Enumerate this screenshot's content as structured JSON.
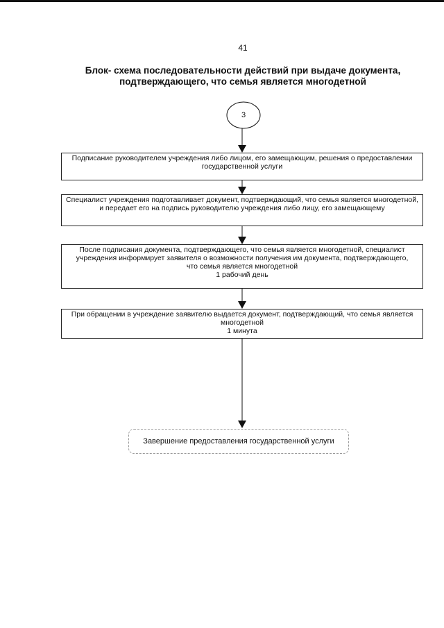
{
  "page": {
    "number": "41"
  },
  "title": {
    "line1": "Блок- схема последовательности действий при выдаче документа,",
    "line2": "подтверждающего, что семья является многодетной"
  },
  "connector": {
    "label": "3"
  },
  "steps": [
    {
      "lines": [
        "Подписание руководителем учреждения либо лицом, его замещающим, решения о предоставлении",
        "государственной услуги"
      ]
    },
    {
      "lines": [
        "Специалист учреждения подготавливает документ, подтверждающий, что семья является многодетной,",
        "и передает его на подпись руководителю учреждения либо лицу, его замещающему"
      ]
    },
    {
      "lines": [
        "После подписания документа, подтверждающего, что семья является многодетной, специалист",
        "учреждения информирует заявителя о возможности получения им документа, подтверждающего,",
        "что семья является многодетной",
        "1 рабочий день"
      ]
    },
    {
      "lines": [
        "При обращении в учреждение заявителю выдается документ, подтверждающий, что семья является",
        "многодетной",
        "1 минута"
      ]
    }
  ],
  "end": {
    "label": "Завершение предоставления государственной услуги"
  }
}
